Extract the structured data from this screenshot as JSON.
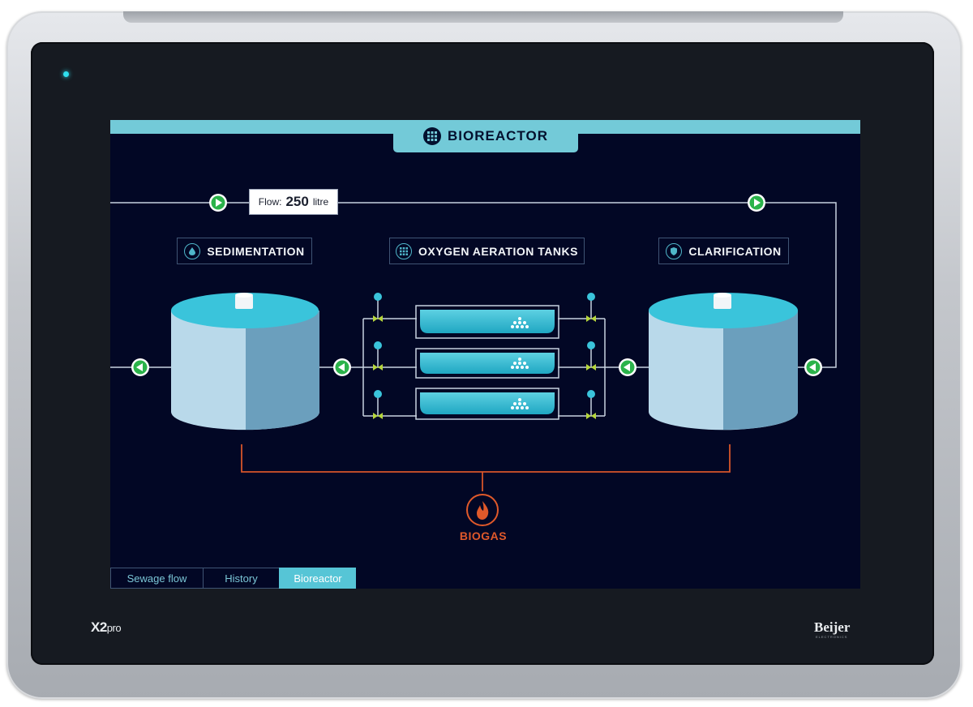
{
  "device": {
    "model": "X2",
    "model_suffix": "pro",
    "maker": "Beijer",
    "maker_sub": "ELECTRONICS"
  },
  "screen": {
    "title": "BIOREACTOR",
    "flow": {
      "label": "Flow:",
      "value": "250",
      "unit": "litre"
    },
    "processes": {
      "sedimentation": "SEDIMENTATION",
      "aeration": "OXYGEN AERATION TANKS",
      "clarification": "CLARIFICATION"
    },
    "biogas": "BIOGAS"
  },
  "nav": {
    "tabs": [
      {
        "label": "Sewage flow",
        "active": false
      },
      {
        "label": "History",
        "active": false
      },
      {
        "label": "Bioreactor",
        "active": true
      }
    ]
  },
  "colors": {
    "accent": "#73cad8",
    "screen_bg": "#020725",
    "pump_green": "#2bb34a",
    "biogas_orange": "#e0592a"
  }
}
